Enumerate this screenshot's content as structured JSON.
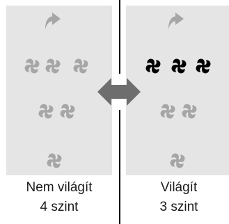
{
  "left_panel": {
    "caption_line1": "Nem világít",
    "caption_line2": "4 szint"
  },
  "right_panel": {
    "caption_line1": "Világít",
    "caption_line2": "3 szint"
  },
  "colors": {
    "panel_bg": "#e5e5e5",
    "icon_dim": "#a6a6a6",
    "icon_lit": "#000000",
    "divider": "#111111",
    "swap_arrow": "#6e6e6e"
  },
  "icons": {
    "fan": "fan-icon",
    "auto_arrow": "curved-arrow-icon",
    "swap": "double-arrow-icon"
  }
}
